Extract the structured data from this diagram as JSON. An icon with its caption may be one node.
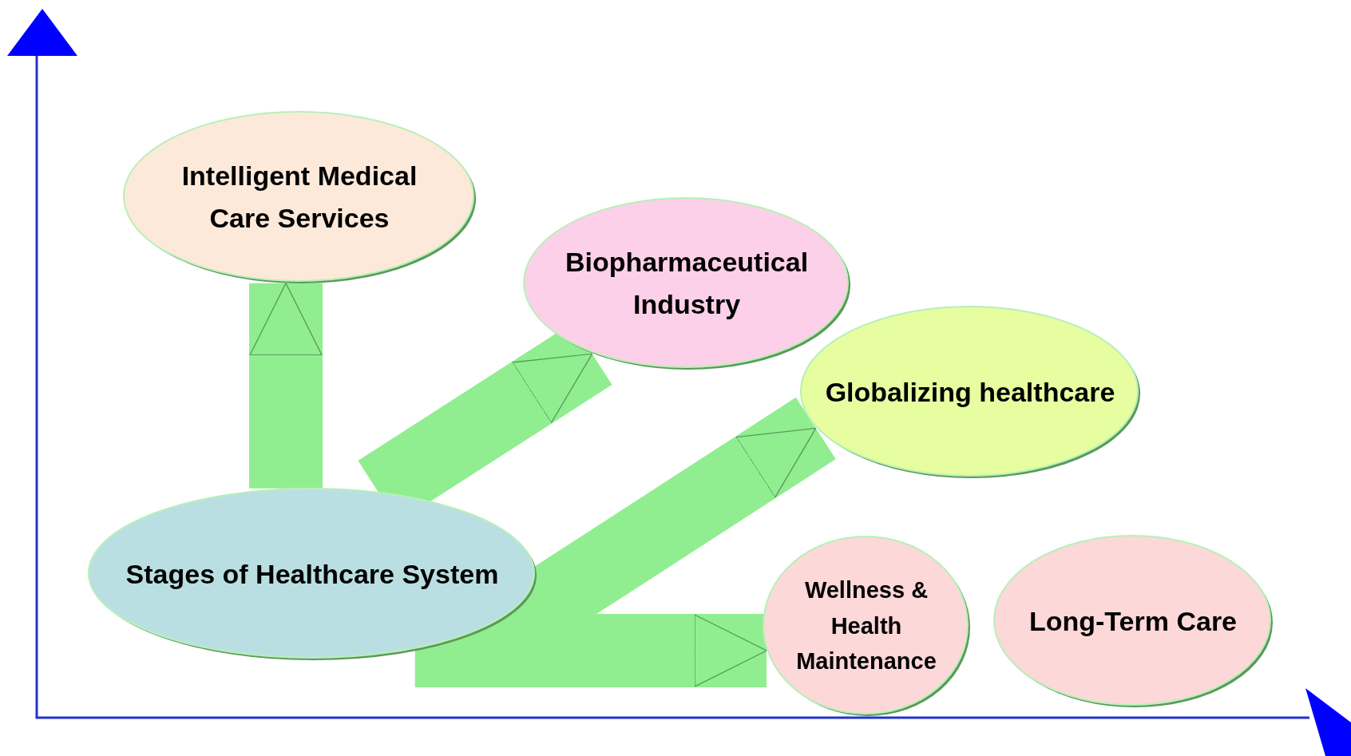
{
  "diagram": {
    "nodes": [
      {
        "text": [
          "Intelligent Medical Care Services"
        ]
      },
      {
        "text": [
          "Biopharmaceutical Industry"
        ]
      },
      {
        "text": [
          "Globalizing healthcare"
        ]
      },
      {
        "text": [
          "Stages of Healthcare System"
        ]
      },
      {
        "text": [
          "Wellness & Health Maintenance"
        ]
      },
      {
        "text": [
          "Long-Term Care"
        ]
      }
    ],
    "edges": [
      {
        "from": 3,
        "to": 0,
        "arrow": "to"
      },
      {
        "from": 3,
        "to": 1,
        "arrow": "to"
      },
      {
        "from": 3,
        "to": 2,
        "arrow": "to"
      },
      {
        "from": 3,
        "to": 4,
        "arrow": "to"
      }
    ]
  }
}
